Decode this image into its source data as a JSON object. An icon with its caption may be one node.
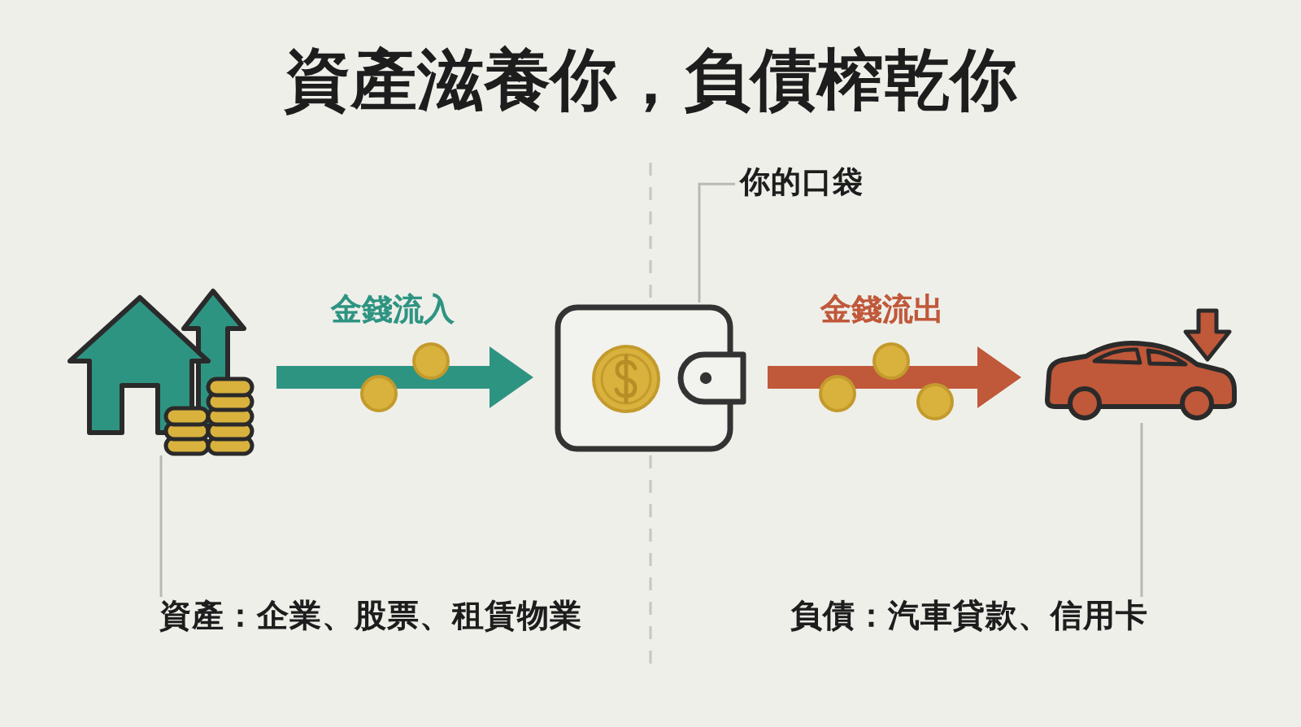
{
  "diagram": {
    "title": "資產滋養你，負債榨乾你",
    "nodes": [
      {
        "text": [
          "你的口袋"
        ]
      },
      {
        "text": [],
        "shape": "picture"
      },
      {
        "text": [],
        "shape": "picture"
      },
      {
        "text": [],
        "shape": "picture"
      },
      {
        "text": [
          "資產：企業、股票、租賃物業"
        ]
      },
      {
        "text": [
          "負債：汽車貸款、信用卡"
        ]
      }
    ],
    "edges": [
      {
        "from": 0,
        "to": 2,
        "arrow": "none"
      },
      {
        "from": 1,
        "to": 2,
        "arrow": "to",
        "label": "金錢流入",
        "style": "thick",
        "color": "#2e9482"
      },
      {
        "from": 2,
        "to": 3,
        "arrow": "to",
        "label": "金錢流出",
        "style": "thick",
        "color": "#c0583a"
      },
      {
        "from": 4,
        "to": 1,
        "arrow": "none"
      },
      {
        "from": 5,
        "to": 3,
        "arrow": "none"
      }
    ]
  }
}
